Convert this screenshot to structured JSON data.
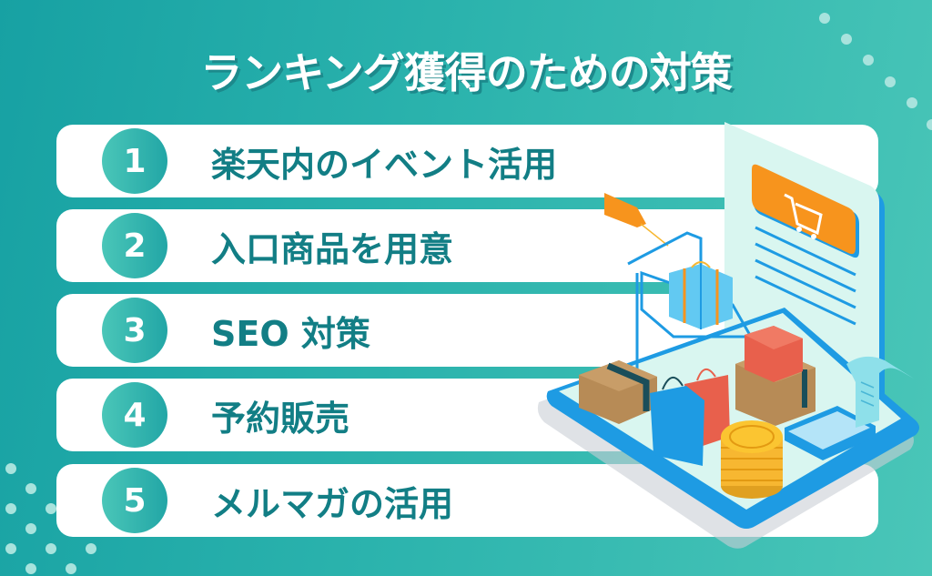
{
  "header": {
    "title": "ランキング獲得のための対策"
  },
  "items": [
    {
      "number": "1",
      "label": "楽天内のイベント活用"
    },
    {
      "number": "2",
      "label": "入口商品を用意"
    },
    {
      "number": "3",
      "label": "SEO 対策"
    },
    {
      "number": "4",
      "label": "予約販売"
    },
    {
      "number": "5",
      "label": "メルマガの活用"
    }
  ],
  "colors": {
    "background_start": "#17a1a3",
    "background_end": "#4ac6b8",
    "item_text": "#127e85",
    "badge": "#2bb3ad",
    "accent_orange": "#f7941d",
    "accent_blue": "#1e9be3"
  },
  "illustration": {
    "icons": [
      "smartphone-icon",
      "shopping-cart-icon",
      "price-tag-icon",
      "gift-box-icon",
      "cardboard-box-icon",
      "shopping-bag-icon",
      "coin-stack-icon",
      "calculator-icon",
      "receipt-icon",
      "document-icon"
    ]
  }
}
